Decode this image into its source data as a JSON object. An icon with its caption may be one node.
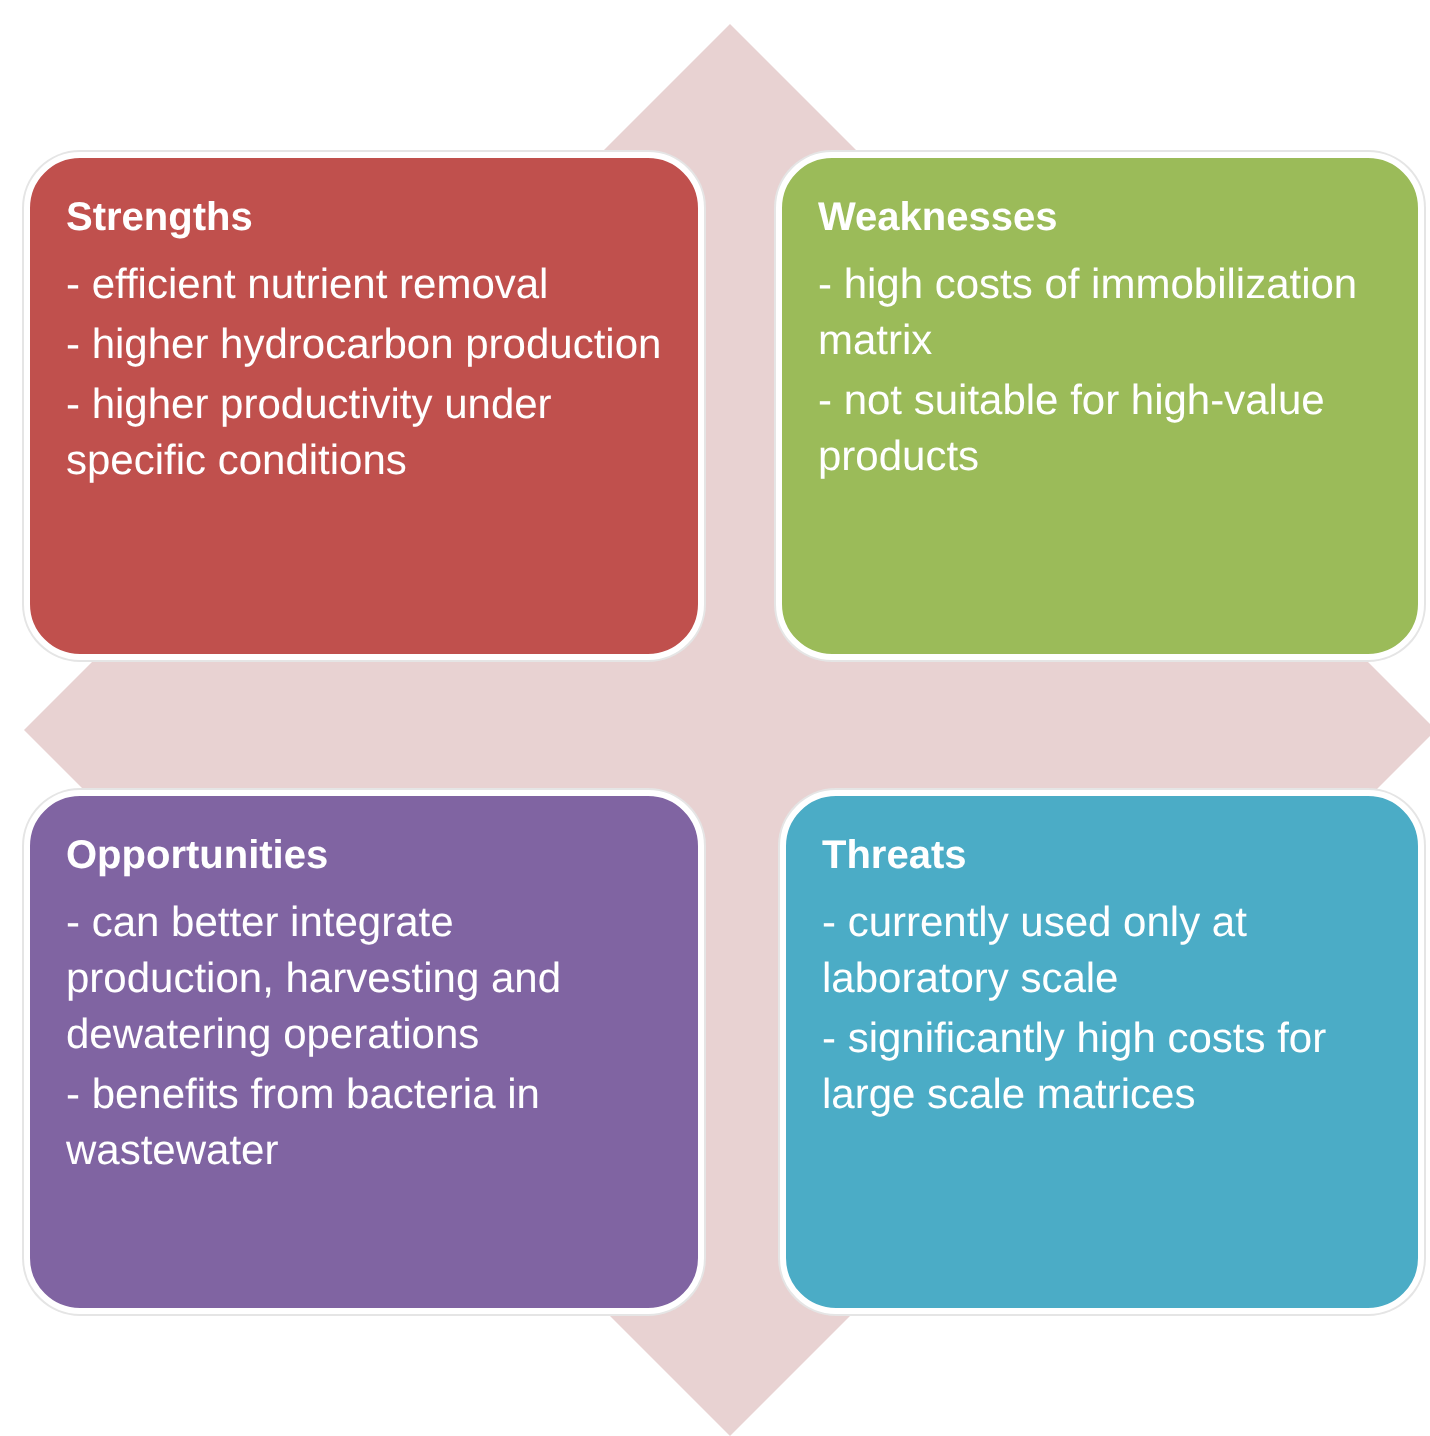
{
  "diagram": {
    "nodes": [
      {
        "text": [
          "Strengths",
          "- efficient nutrient removal",
          "- higher hydrocarbon production",
          "- higher productivity under specific conditions"
        ]
      },
      {
        "text": [
          "Weaknesses",
          "- high costs of immobilization matrix",
          "- not suitable for high-value products"
        ]
      },
      {
        "text": [
          "Opportunities",
          "- can better integrate production, harvesting and dewatering operations",
          "- benefits from bacteria in wastewater"
        ]
      },
      {
        "text": [
          "Threats",
          "- currently used only at laboratory scale",
          "- significantly high costs for large scale matrices"
        ]
      }
    ]
  }
}
